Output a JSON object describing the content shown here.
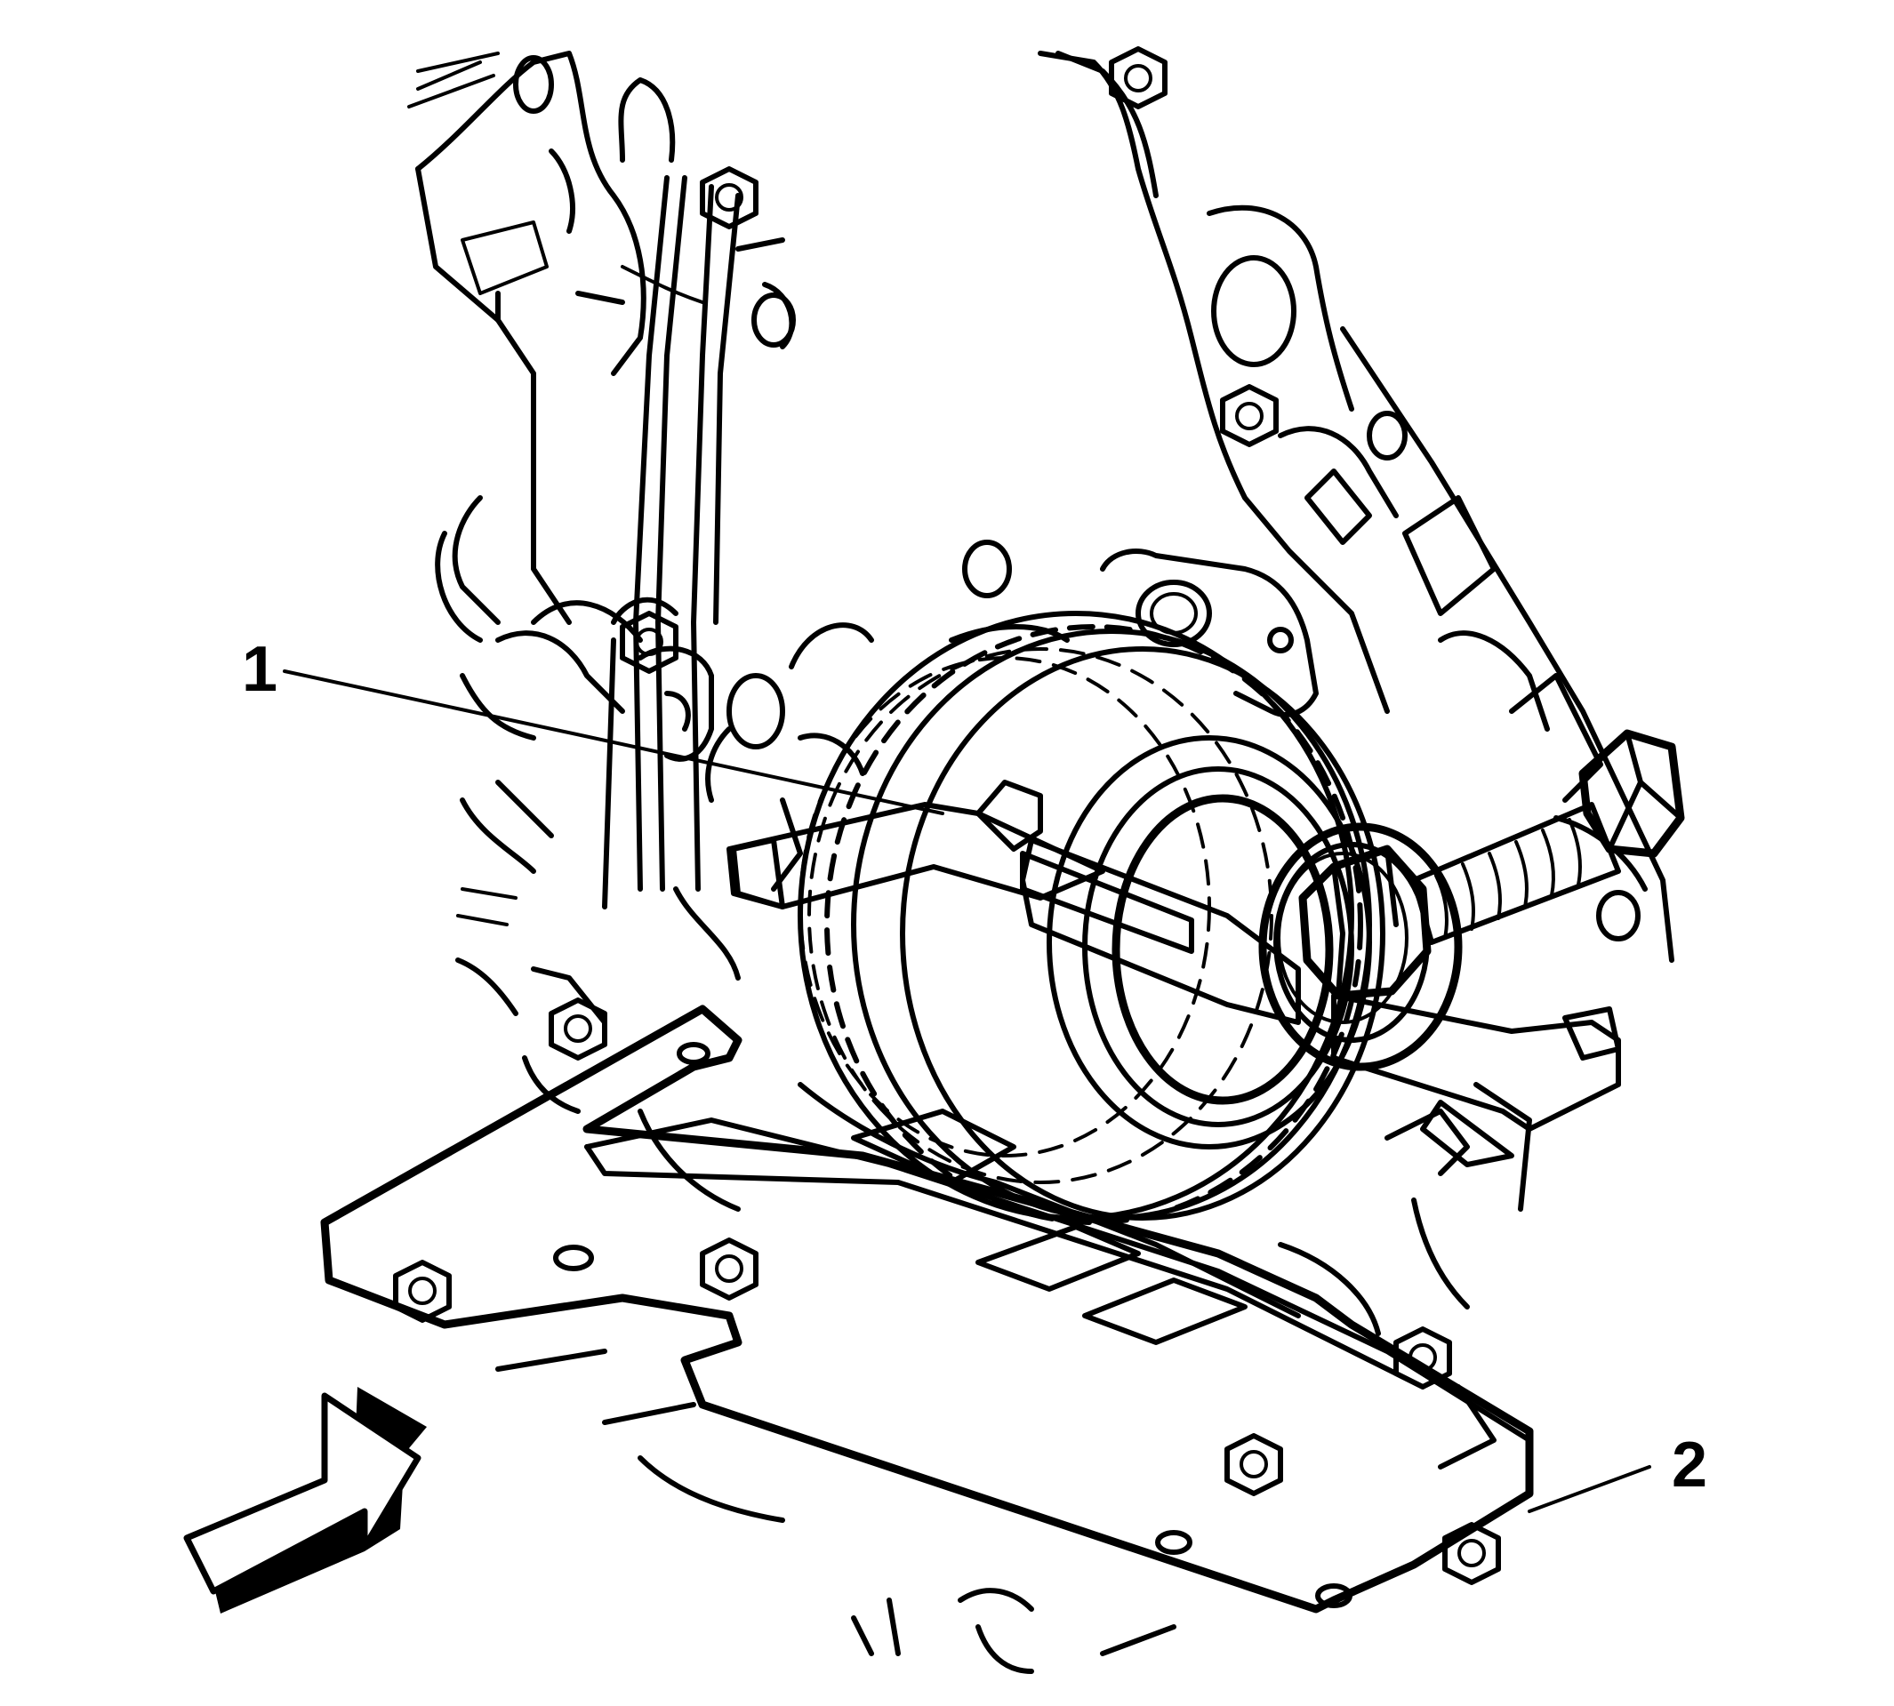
{
  "callouts": [
    {
      "id": "1",
      "label": "1"
    },
    {
      "id": "2",
      "label": "2"
    }
  ],
  "colors": {
    "ink": "#000000",
    "background": "#ffffff",
    "tool_fill": "#bdbdbd"
  },
  "icons": {
    "direction_arrow": "view-direction-arrow-icon",
    "bolt": "hex-bolt-icon"
  }
}
